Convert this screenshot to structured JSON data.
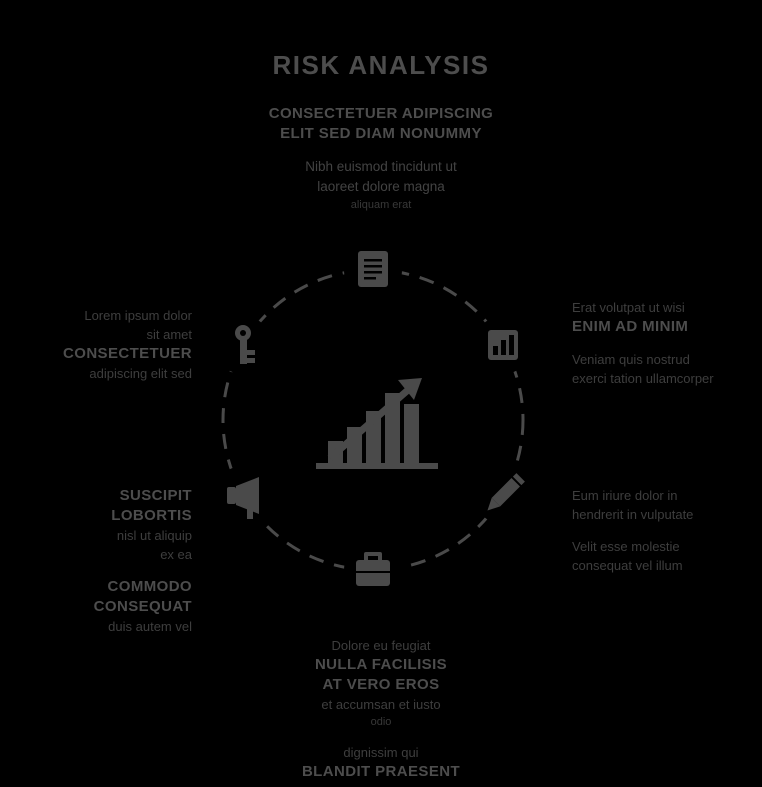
{
  "colors": {
    "background": "#000000",
    "ink": "#4a4a4a",
    "ink_dim": "#3e3e3e",
    "ink_bold": "#4d4d4d"
  },
  "title": "RISK ANALYSIS",
  "intro": {
    "lines": [
      "CONSECTETUER ADIPISCING",
      "ELIT SED DIAM NONUMMY",
      "Nibh euismod tincidunt ut",
      "laoreet dolore magna",
      "aliquam erat"
    ]
  },
  "blocks": {
    "top_left": {
      "lines": [
        "Lorem ipsum dolor",
        "sit amet",
        "CONSECTETUER",
        "adipiscing elit sed"
      ]
    },
    "top_right": {
      "lines": [
        "Erat volutpat ut wisi",
        "ENIM AD MINIM",
        "Veniam quis nostrud",
        "exerci tation ullamcorper"
      ]
    },
    "bottom_left": {
      "lines": [
        "SUSCIPIT LOBORTIS",
        "nisl ut aliquip",
        "ex ea",
        "COMMODO CONSEQUAT",
        "duis autem vel"
      ]
    },
    "bottom_right": {
      "lines": [
        "Eum iriure dolor in",
        "hendrerit in vulputate",
        "Velit esse molestie",
        "consequat vel illum"
      ]
    },
    "bottom_center": {
      "lines": [
        "Dolore eu feugiat",
        "NULLA FACILISIS",
        "AT VERO EROS",
        "et accumsan et iusto",
        "odio",
        "dignissim qui",
        "BLANDIT PRAESENT"
      ]
    }
  },
  "diagram": {
    "center_icon": "growth-chart",
    "ring_icons": [
      "document",
      "bar-chart",
      "pencil",
      "briefcase",
      "megaphone",
      "key"
    ]
  }
}
